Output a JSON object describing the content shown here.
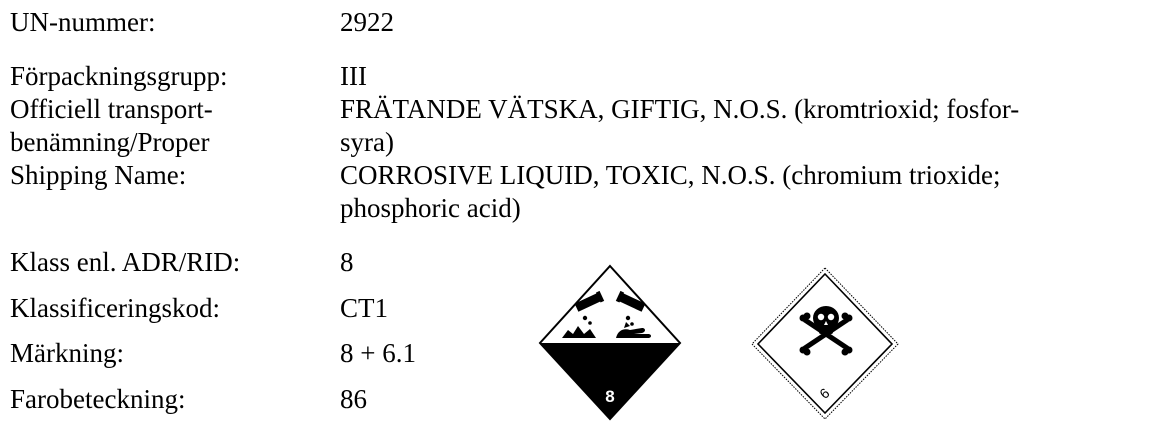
{
  "rows": {
    "un": {
      "label": "UN-nummer:",
      "value": "2922"
    },
    "fpg": {
      "label": "Förpackningsgrupp:",
      "value": "III"
    },
    "name": {
      "label_1": "Officiell transport-",
      "label_2": "benämning/Proper",
      "label_3": "Shipping Name:",
      "value_1": "FRÄTANDE VÄTSKA, GIFTIG,  N.O.S. (kromtrioxid; fosfor-",
      "value_2": "syra)",
      "value_3": "CORROSIVE LIQUID, TOXIC, N.O.S. (chromium trioxide;",
      "value_4": "phosphoric acid)"
    },
    "klass": {
      "label": "Klass enl. ADR/RID:",
      "value": "8"
    },
    "kod": {
      "label": "Klassificeringskod:",
      "value": "CT1"
    },
    "markning": {
      "label": "Märkning:",
      "value": "8 + 6.1"
    },
    "faro": {
      "label": "Farobeteckning:",
      "value": "86"
    }
  },
  "pictograms": {
    "corrosive": {
      "icon": "corrosive-icon",
      "number": "8"
    },
    "toxic": {
      "icon": "skull-crossbones-icon",
      "number": "6"
    }
  }
}
